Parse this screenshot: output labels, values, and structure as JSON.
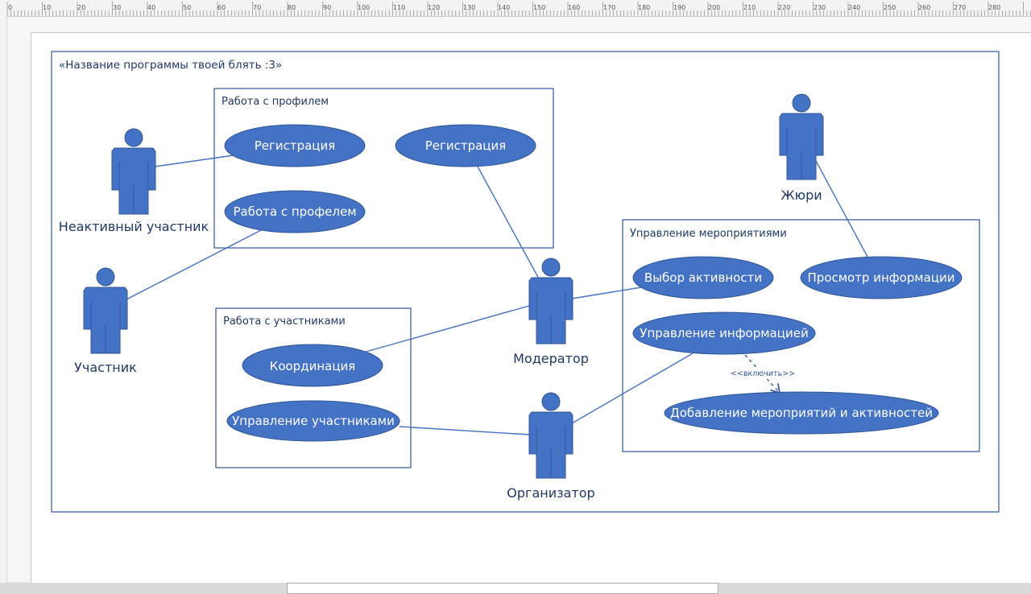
{
  "system": {
    "title": "«Название программы твоей блять :3»"
  },
  "boundaries": {
    "profile": "Работа с профилем",
    "participants": "Работа с участниками",
    "events": "Управление мероприятиями"
  },
  "use_cases": {
    "registration_1": "Регистрация",
    "registration_2": "Регистрация",
    "profile_work": "Работа с профелем",
    "coordination": "Координация",
    "manage_participants": "Управление участниками",
    "choose_activity": "Выбор активности",
    "view_info": "Просмотр информации",
    "manage_info": "Управление информацией",
    "add_events": "Добавление мероприятий и активностей"
  },
  "actors": {
    "inactive": "Неактивный участник",
    "participant": "Участник",
    "moderator": "Модератор",
    "organizer": "Организатор",
    "jury": "Жюри"
  },
  "relations": {
    "include": "<<включить>>"
  },
  "ruler": {
    "ticks": [
      "0",
      "10",
      "20",
      "30",
      "40",
      "50",
      "60",
      "70",
      "80",
      "90",
      "100",
      "110",
      "120",
      "130",
      "140",
      "150",
      "160",
      "170",
      "180",
      "190",
      "200",
      "210",
      "220",
      "230",
      "240",
      "250",
      "260",
      "270",
      "280"
    ]
  },
  "colors": {
    "shape_fill": "#4472c4",
    "shape_stroke": "#2f5597",
    "line": "#4472c4",
    "text_dark": "#1f3864"
  }
}
